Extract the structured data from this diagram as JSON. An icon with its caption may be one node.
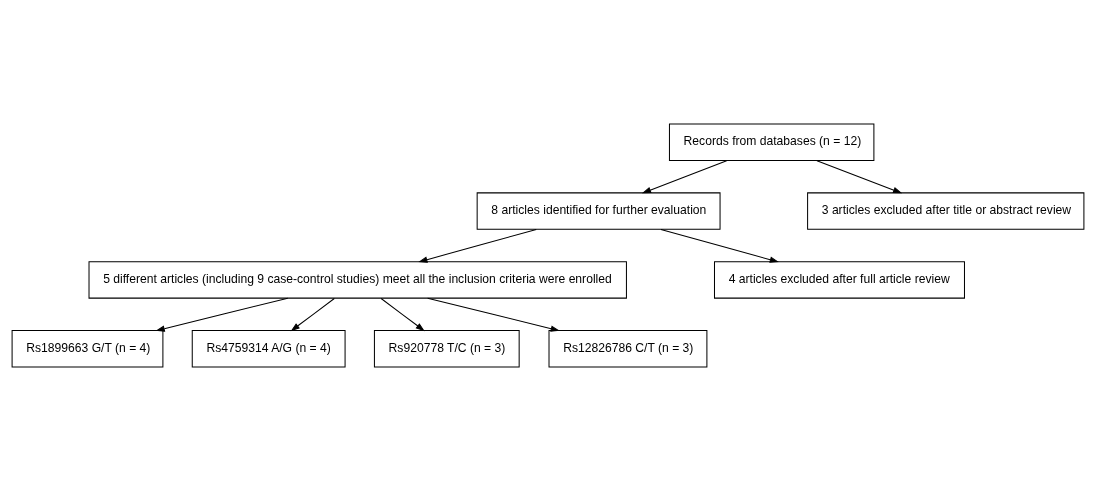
{
  "diagram": {
    "nodes": [
      {
        "text": [
          "Records from databases (*n* = 12)"
        ]
      },
      {
        "text": [
          "3 articles excluded after title or abstract review"
        ]
      },
      {
        "text": [
          "8 articles identified for further evaluation"
        ]
      },
      {
        "text": [
          "4 articles excluded after full article review"
        ]
      },
      {
        "text": [
          "5 different articles (including 9 case-control studies) meet all the inclusion criteria were enrolled"
        ]
      },
      {
        "text": [
          "Rs1899663 G/T (*n* = 4)"
        ]
      },
      {
        "text": [
          "Rs4759314 A/G (*n* = 4)"
        ]
      },
      {
        "text": [
          "Rs920778 T/C (*n* = 3)"
        ]
      },
      {
        "text": [
          "Rs12826786 C/T (*n* = 3)"
        ]
      }
    ],
    "edges": [
      {
        "from": 0,
        "to": 2,
        "arrow": "to"
      },
      {
        "from": 0,
        "to": 1,
        "arrow": "to"
      },
      {
        "from": 2,
        "to": 4,
        "arrow": "to"
      },
      {
        "from": 2,
        "to": 3,
        "arrow": "to"
      },
      {
        "from": 4,
        "to": 5,
        "arrow": "to"
      },
      {
        "from": 4,
        "to": 6,
        "arrow": "to"
      },
      {
        "from": 4,
        "to": 7,
        "arrow": "to"
      },
      {
        "from": 4,
        "to": 8,
        "arrow": "to"
      }
    ]
  }
}
